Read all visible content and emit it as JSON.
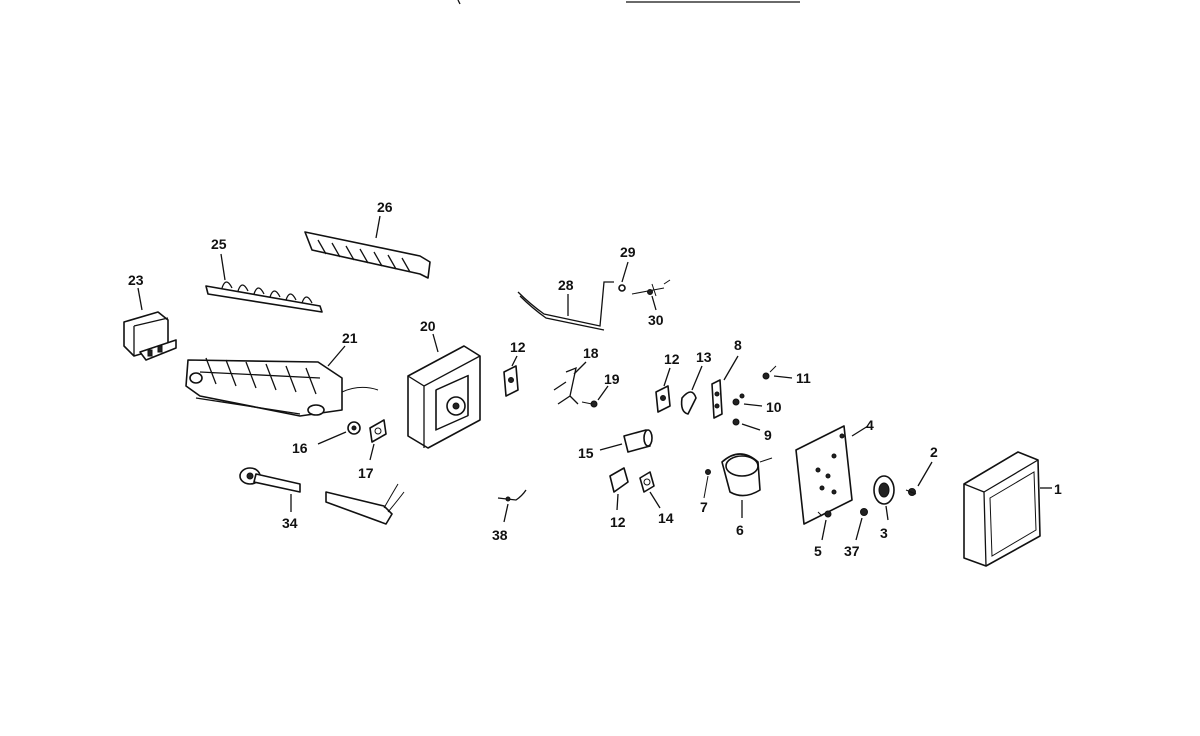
{
  "diagram": {
    "labels": {
      "p1": "1",
      "p2": "2",
      "p3": "3",
      "p4": "4",
      "p5": "5",
      "p6": "6",
      "p7": "7",
      "p8": "8",
      "p9": "9",
      "p10": "10",
      "p11": "11",
      "p12a": "12",
      "p12b": "12",
      "p12c": "12",
      "p13": "13",
      "p14": "14",
      "p15": "15",
      "p16": "16",
      "p17": "17",
      "p18": "18",
      "p19": "19",
      "p20": "20",
      "p21": "21",
      "p23": "23",
      "p25": "25",
      "p26": "26",
      "p28": "28",
      "p29": "29",
      "p30": "30",
      "p34": "34",
      "p37": "37",
      "p38": "38"
    }
  }
}
